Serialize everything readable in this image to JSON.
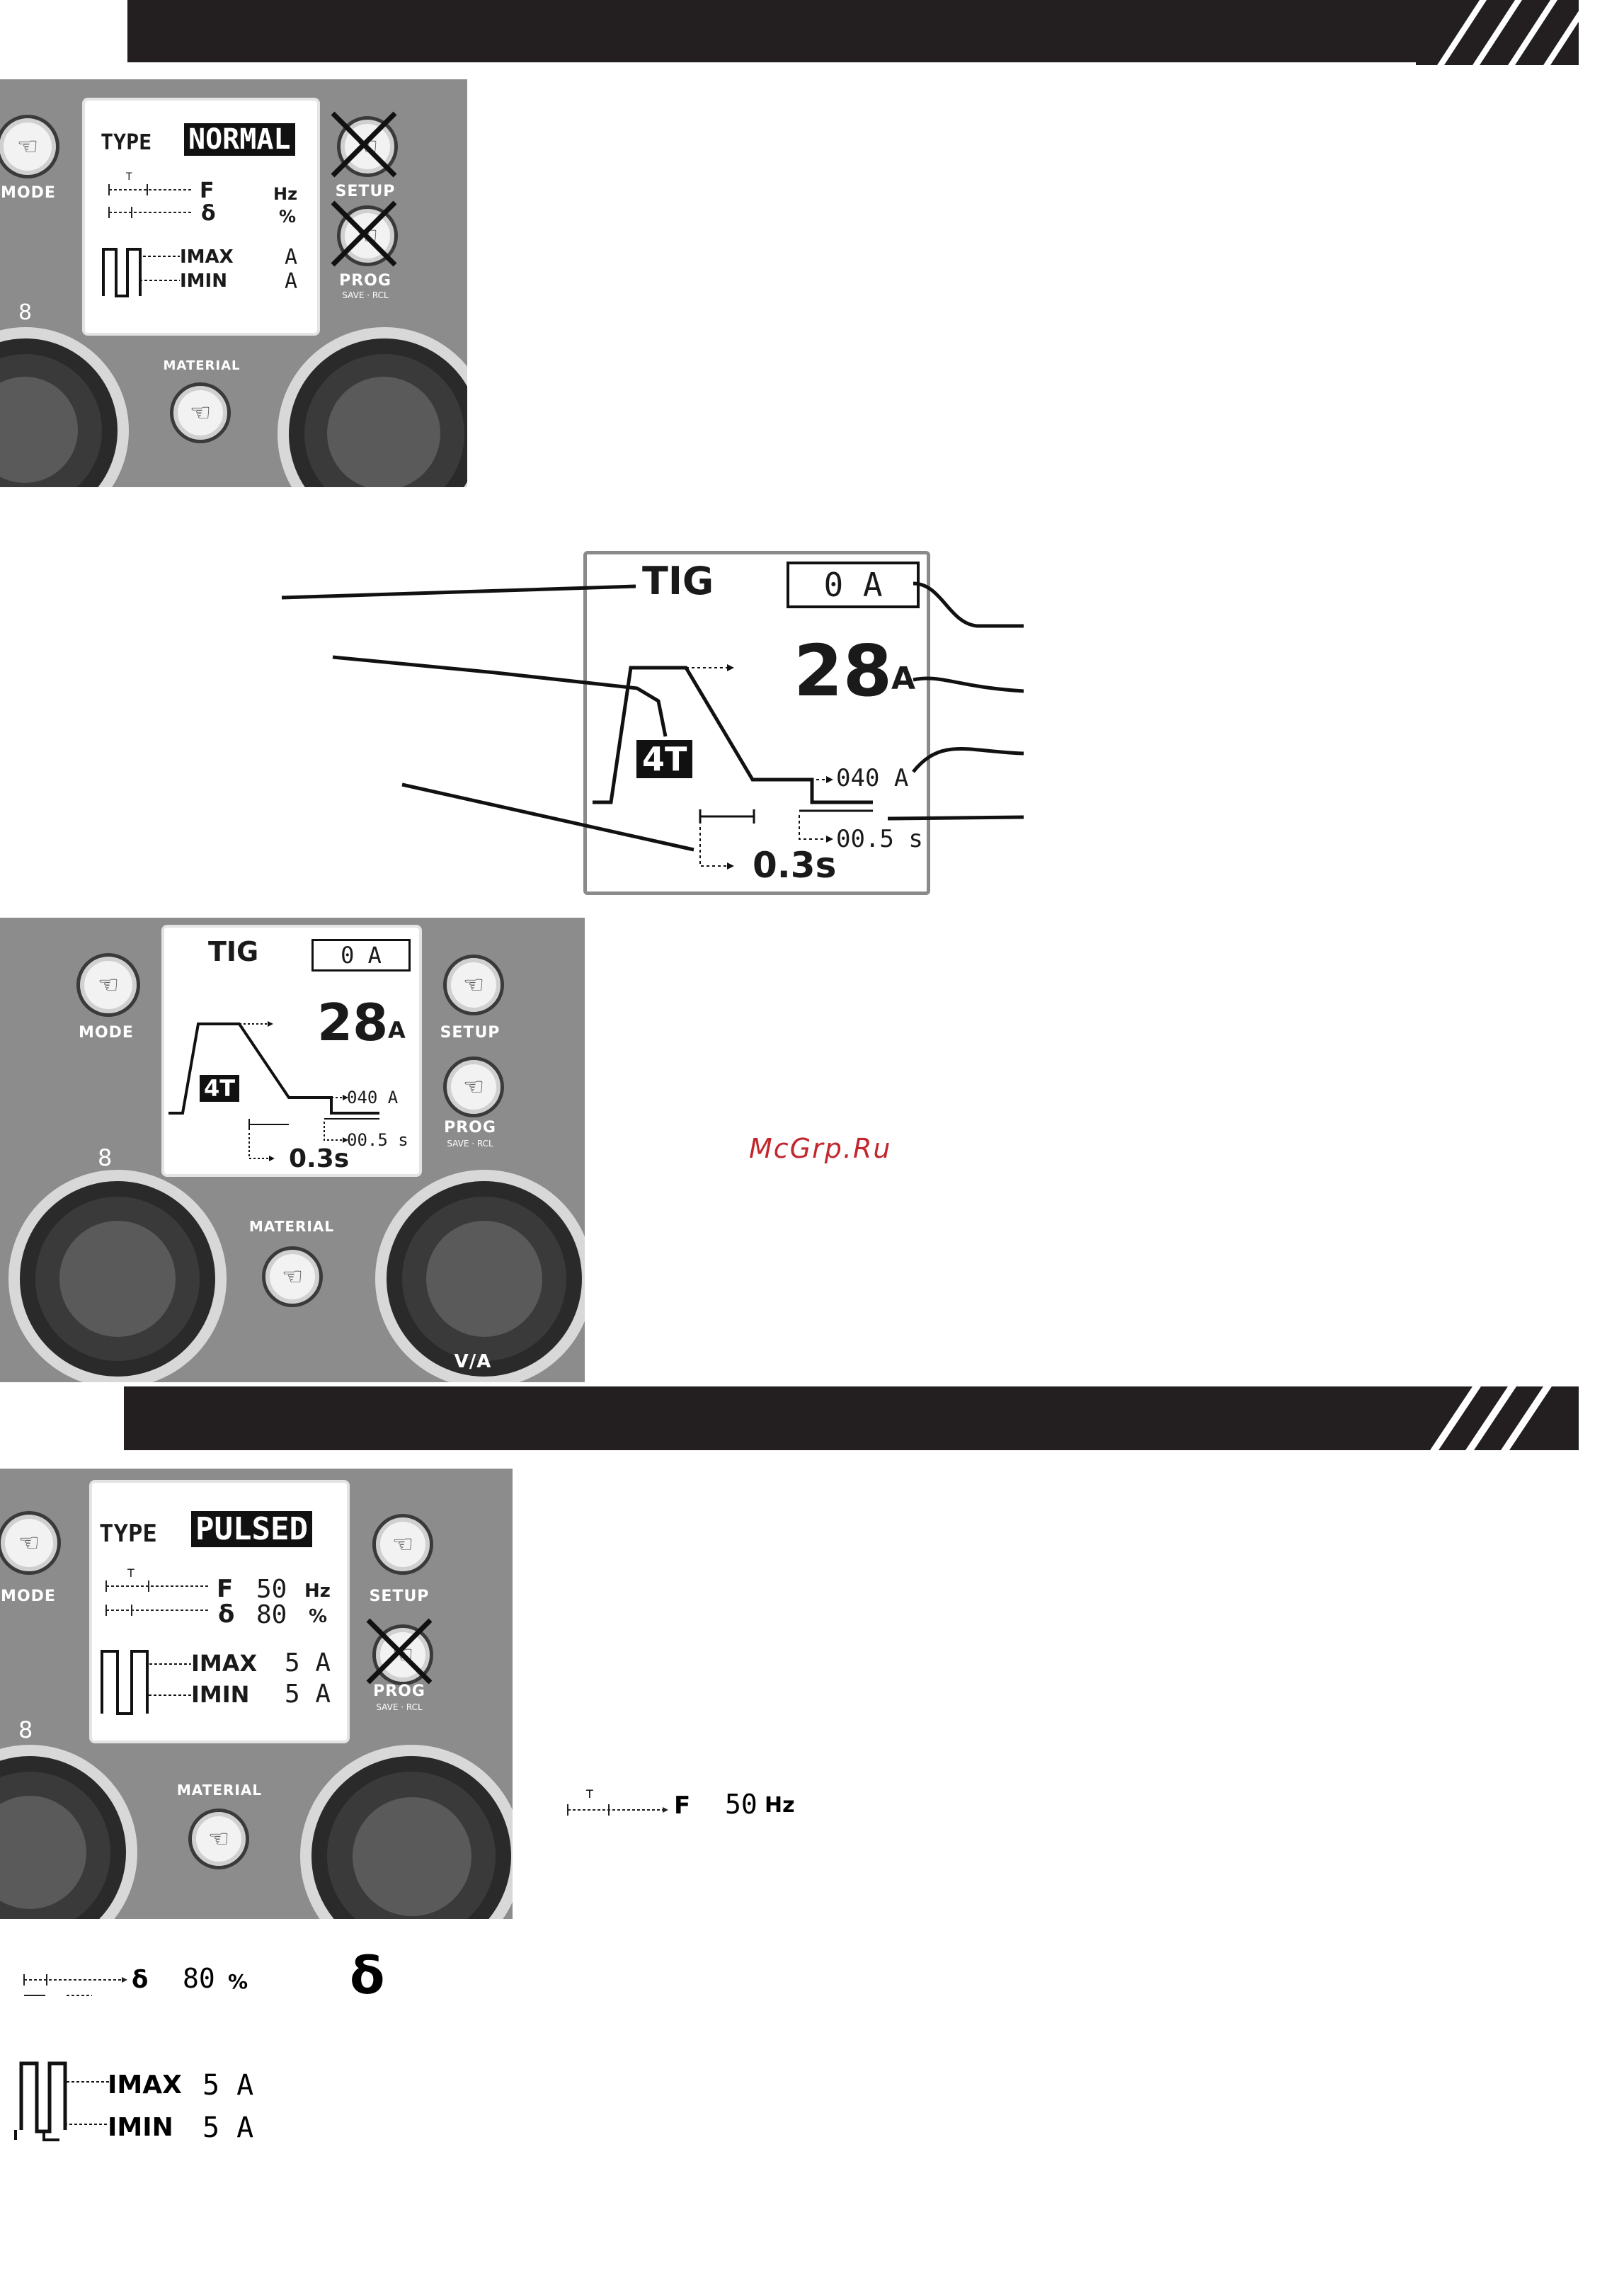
{
  "panel_labels": {
    "mode": "MODE",
    "setup": "SETUP",
    "prog": "PROG",
    "prog_sub": "SAVE · RCL",
    "material": "MATERIAL",
    "va": "V/A"
  },
  "normal_screen": {
    "type_label": "TYPE",
    "type_value": "NORMAL",
    "t_symbol": "T",
    "f_symbol": "F",
    "delta_symbol": "δ",
    "hz_unit": "Hz",
    "pct_unit": "%",
    "imax_label": "IMAX",
    "imin_label": "IMIN",
    "imax_unit": "A",
    "imin_unit": "A"
  },
  "tig_screen": {
    "mode": "TIG",
    "measured_current": "0 A",
    "main_current": "28",
    "main_unit": "A",
    "trigger": "4T",
    "downslope_current": "040 A",
    "downslope_time": "00.5 s",
    "upslope_time": "0.3s"
  },
  "pulsed_screen": {
    "type_label": "TYPE",
    "type_value": "PULSED",
    "t_symbol": "T",
    "f_symbol": "F",
    "delta_symbol": "δ",
    "frequency": "50",
    "hz_unit": "Hz",
    "duty": "80",
    "pct_unit": "%",
    "imax_label": "IMAX",
    "imin_label": "IMIN",
    "imax_value": "5 A",
    "imin_value": "5 A"
  },
  "detail_rows": {
    "freq_value": "50",
    "freq_unit": "Hz",
    "f_symbol": "F",
    "t_symbol": "T",
    "duty_value": "80",
    "duty_unit": "%",
    "delta_symbol": "δ",
    "delta_big": "δ",
    "imax_label": "IMAX",
    "imax_value": "5 A",
    "imin_label": "IMIN",
    "imin_value": "5 A"
  },
  "watermark": "McGrp.Ru"
}
